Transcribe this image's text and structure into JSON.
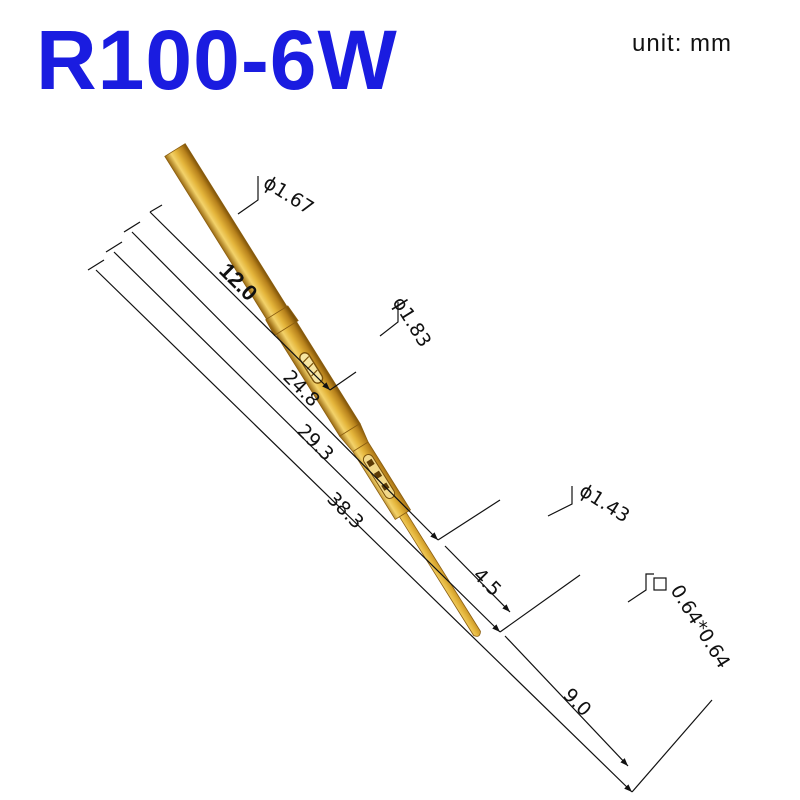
{
  "header": {
    "model": "R100-6W",
    "unit_label": "unit:  mm"
  },
  "diameters": {
    "d1": "1.67",
    "d2": "1.83",
    "d3": "1.43",
    "tip": "0.64*0.64",
    "phi_symbol": "ϕ"
  },
  "lengths": {
    "l1": "12.0",
    "l2": "24.8",
    "l3": "29.3",
    "l4": "38.3",
    "l5": "4.5",
    "l6": "9.0"
  },
  "colors": {
    "title": "#1a1ce0",
    "gold_light": "#f3d26a",
    "gold_mid": "#d9a42b",
    "gold_dark": "#9a6a12"
  }
}
